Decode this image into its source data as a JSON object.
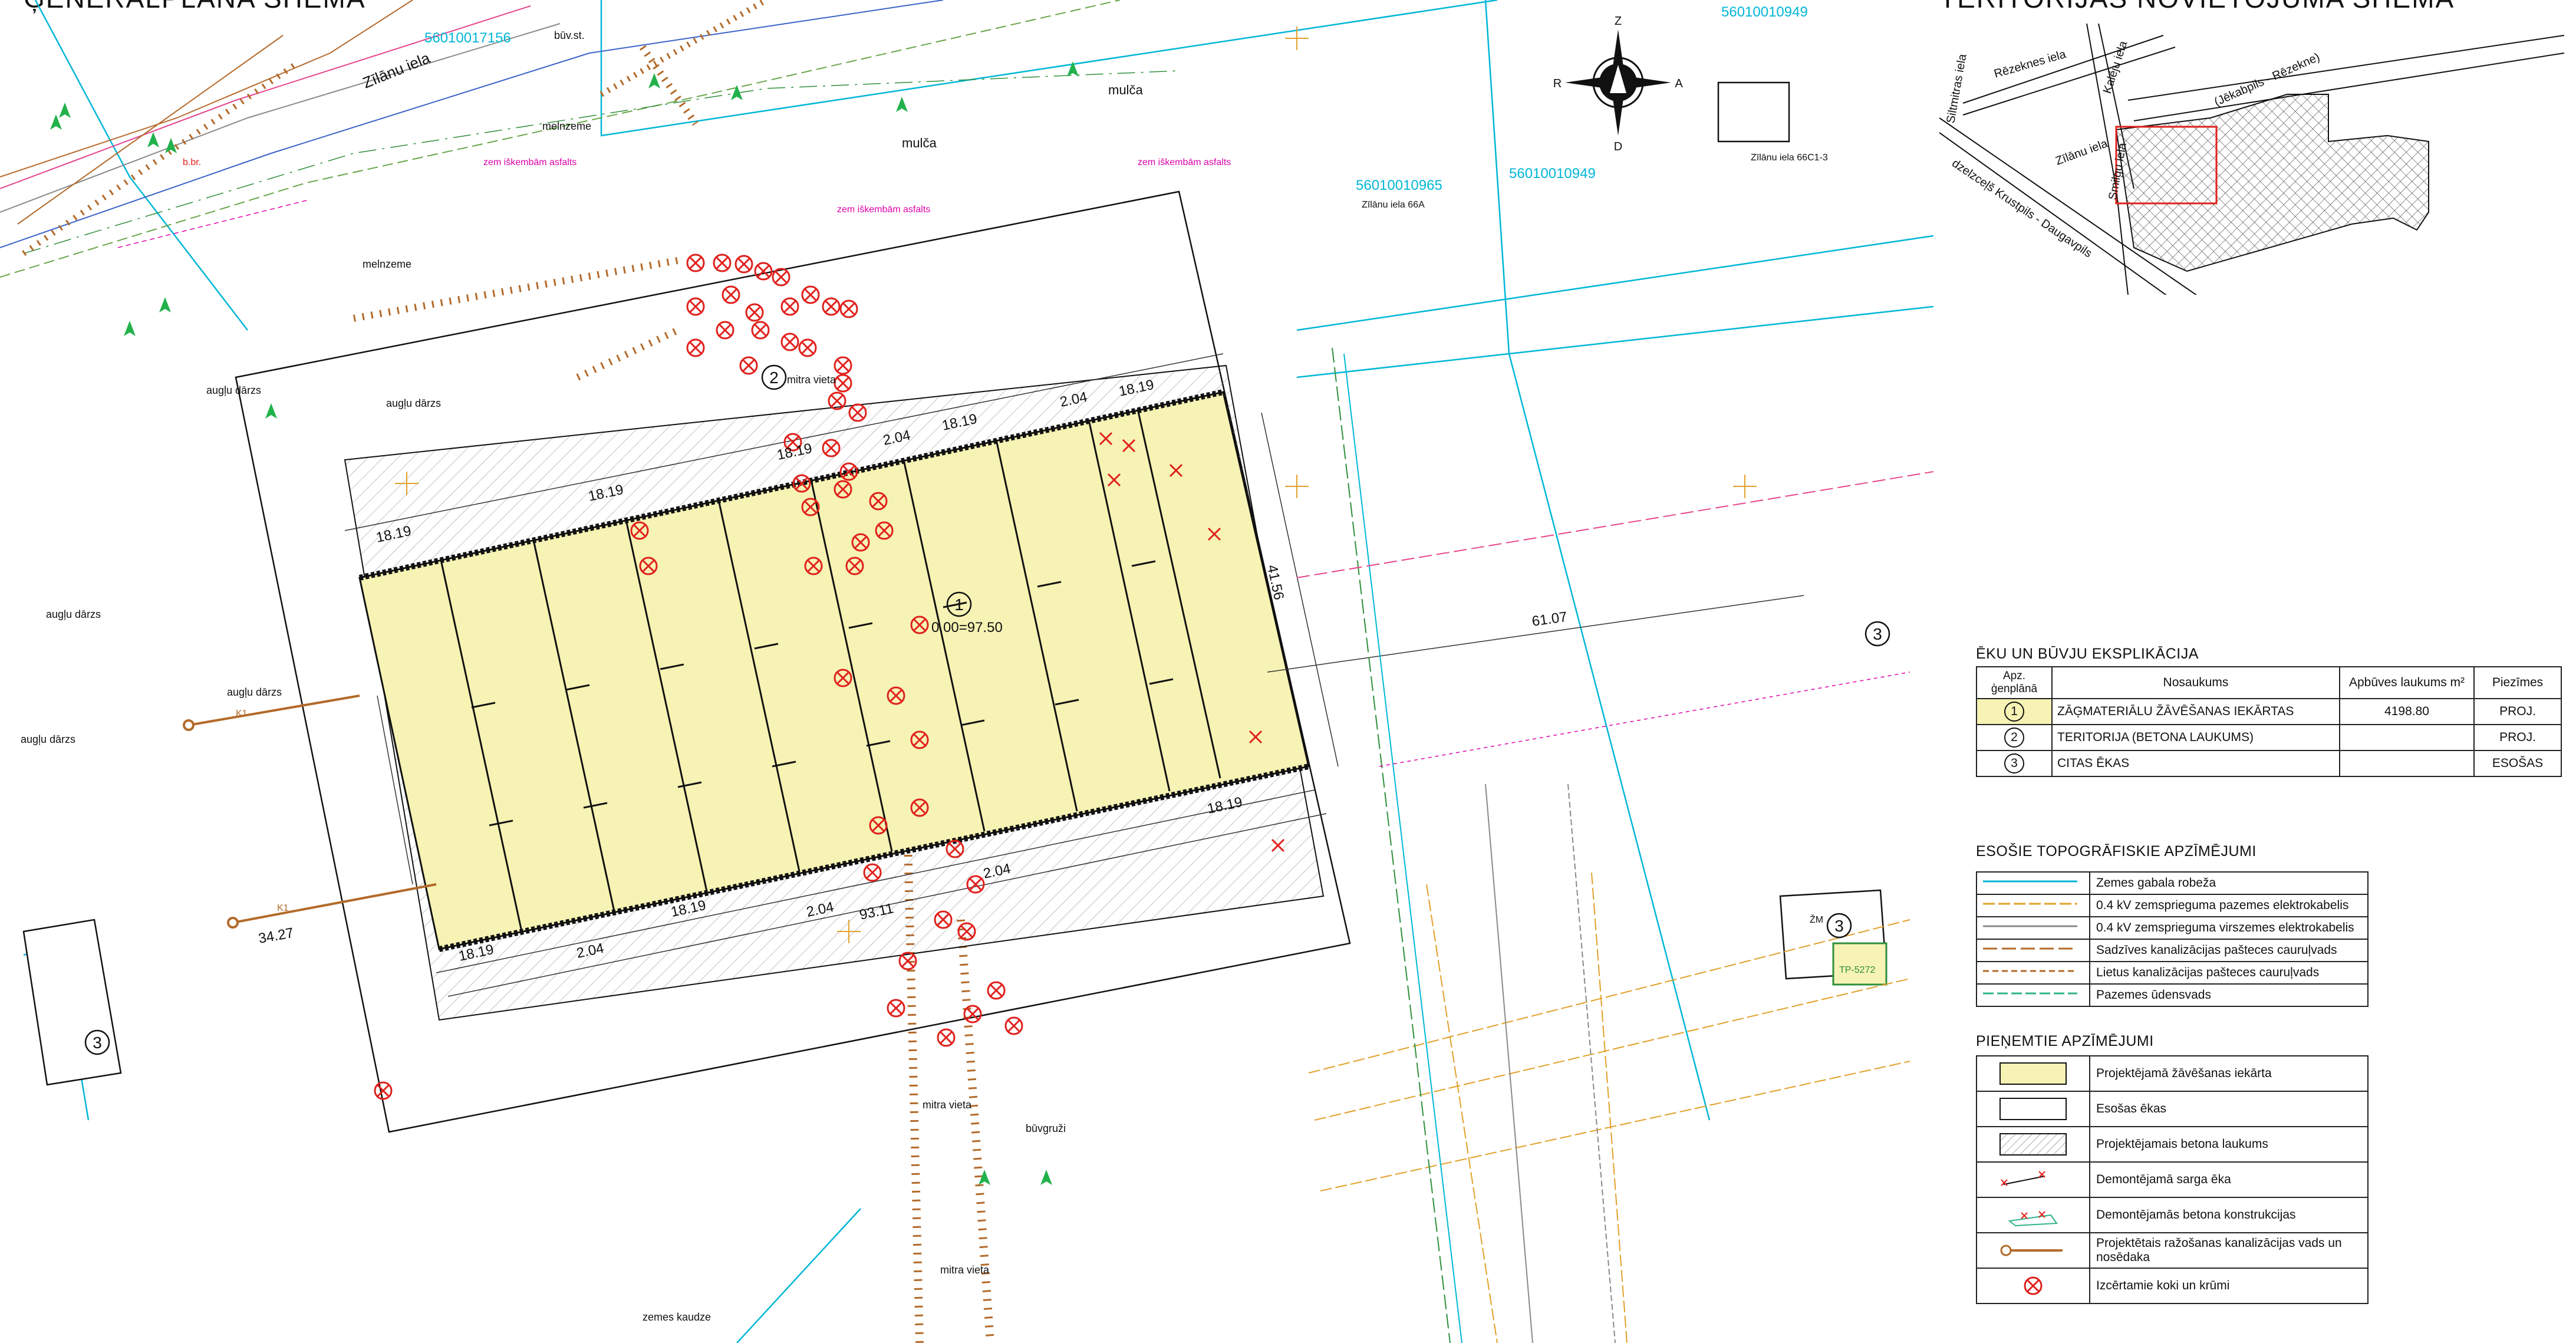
{
  "header": {
    "left_title": "ĢENERĀLPLĀNA SHĒMA",
    "right_title": "TERITORIJAS NOVIETOJUMA SHĒMA"
  },
  "compass": {
    "n": "Z",
    "s": "D",
    "e": "A",
    "w": "R"
  },
  "parcels": [
    "56010017156",
    "56010010949",
    "56010010965",
    "56010010949"
  ],
  "map_labels": {
    "street_main": "Zīlānu iela",
    "street_66a": "Zīlānu iela 66A",
    "street_66c": "Zīlānu iela 66C1-3",
    "mulca1": "mulča",
    "mulca2": "mulča",
    "melnzeme1": "melnzeme",
    "melnzeme2": "melnzeme",
    "zem1": "zem iškembām asfalts",
    "zem2": "zem iškembām asfalts",
    "zem3": "zem iškembām asfalts",
    "augludarzs": "augļu dārzs",
    "mitra_vieta": "mitra vieta",
    "buvgruzi": "būvgruži",
    "zemes_kauder": "zemes kaudze",
    "elev": "0.00=97.50",
    "b_br": "b.br.",
    "buv_st": "būv.st.",
    "zm": "ŽM",
    "trafo": "TP-5272"
  },
  "dimensions": {
    "d1819": "18.19",
    "d204": "2.04",
    "d4156": "41.56",
    "d6107": "61.07",
    "d3427": "34.27",
    "d9311": "93.11"
  },
  "callouts": {
    "b1": "1",
    "b2": "2",
    "b3": "3"
  },
  "pipe_labels": {
    "k1": "K1"
  },
  "location": {
    "streets": [
      "Rēzeknes iela",
      "Kalēju iela",
      "(Jēkabpils - Rēzekne)",
      "Siltmitras iela",
      "Zīlānu iela",
      "Smilgu iela",
      "dzelzceļš Krustpils - Daugavpils"
    ]
  },
  "explikacija": {
    "title": "ĒKU UN BŪVJU EKSPLIKĀCIJA",
    "headers": {
      "num": "Apz. ģenplānā",
      "name": "Nosaukums",
      "area": "Apbūves laukums m²",
      "notes": "Piezīmes"
    },
    "rows": [
      {
        "num": "1",
        "name": "ZĀĢMATERIĀLU ŽĀVĒŠANAS IEKĀRTAS",
        "area": "4198.80",
        "note": "PROJ."
      },
      {
        "num": "2",
        "name": "TERITORIJA (BETONA LAUKUMS)",
        "area": "",
        "note": "PROJ."
      },
      {
        "num": "3",
        "name": "CITAS ĒKAS",
        "area": "",
        "note": "ESOŠAS"
      }
    ]
  },
  "topo_legend": {
    "title": "ESOŠIE TOPOGRĀFISKIE APZĪMĒJUMI",
    "items": [
      "Zemes gabala robeža",
      "0.4 kV zemsprieguma pazemes elektrokabelis",
      "0.4 kV zemsprieguma virszemes elektrokabelis",
      "Sadzīves kanalizācijas pašteces cauruļvads",
      "Lietus kanalizācijas pašteces cauruļvads",
      "Pazemes ūdensvads"
    ]
  },
  "accepted_legend": {
    "title": "PIEŅEMTIE APZĪMĒJUMI",
    "items": [
      "Projektējamā žāvēšanas iekārta",
      "Esošas ēkas",
      "Projektējamais betona laukums",
      "Demontējamā sarga ēka",
      "Demontējamās betona konstrukcijas",
      "Projektētais ražošanas kanalizācijas vads un nosēdaka",
      "Izcērtamie koki un krūmi"
    ]
  },
  "colors": {
    "building_fill": "#f6f3b4",
    "boundary": "#00b7d6",
    "tree_cut": "#e0201c",
    "sewer": "#b36a2a",
    "cable": "#e46a1c"
  }
}
